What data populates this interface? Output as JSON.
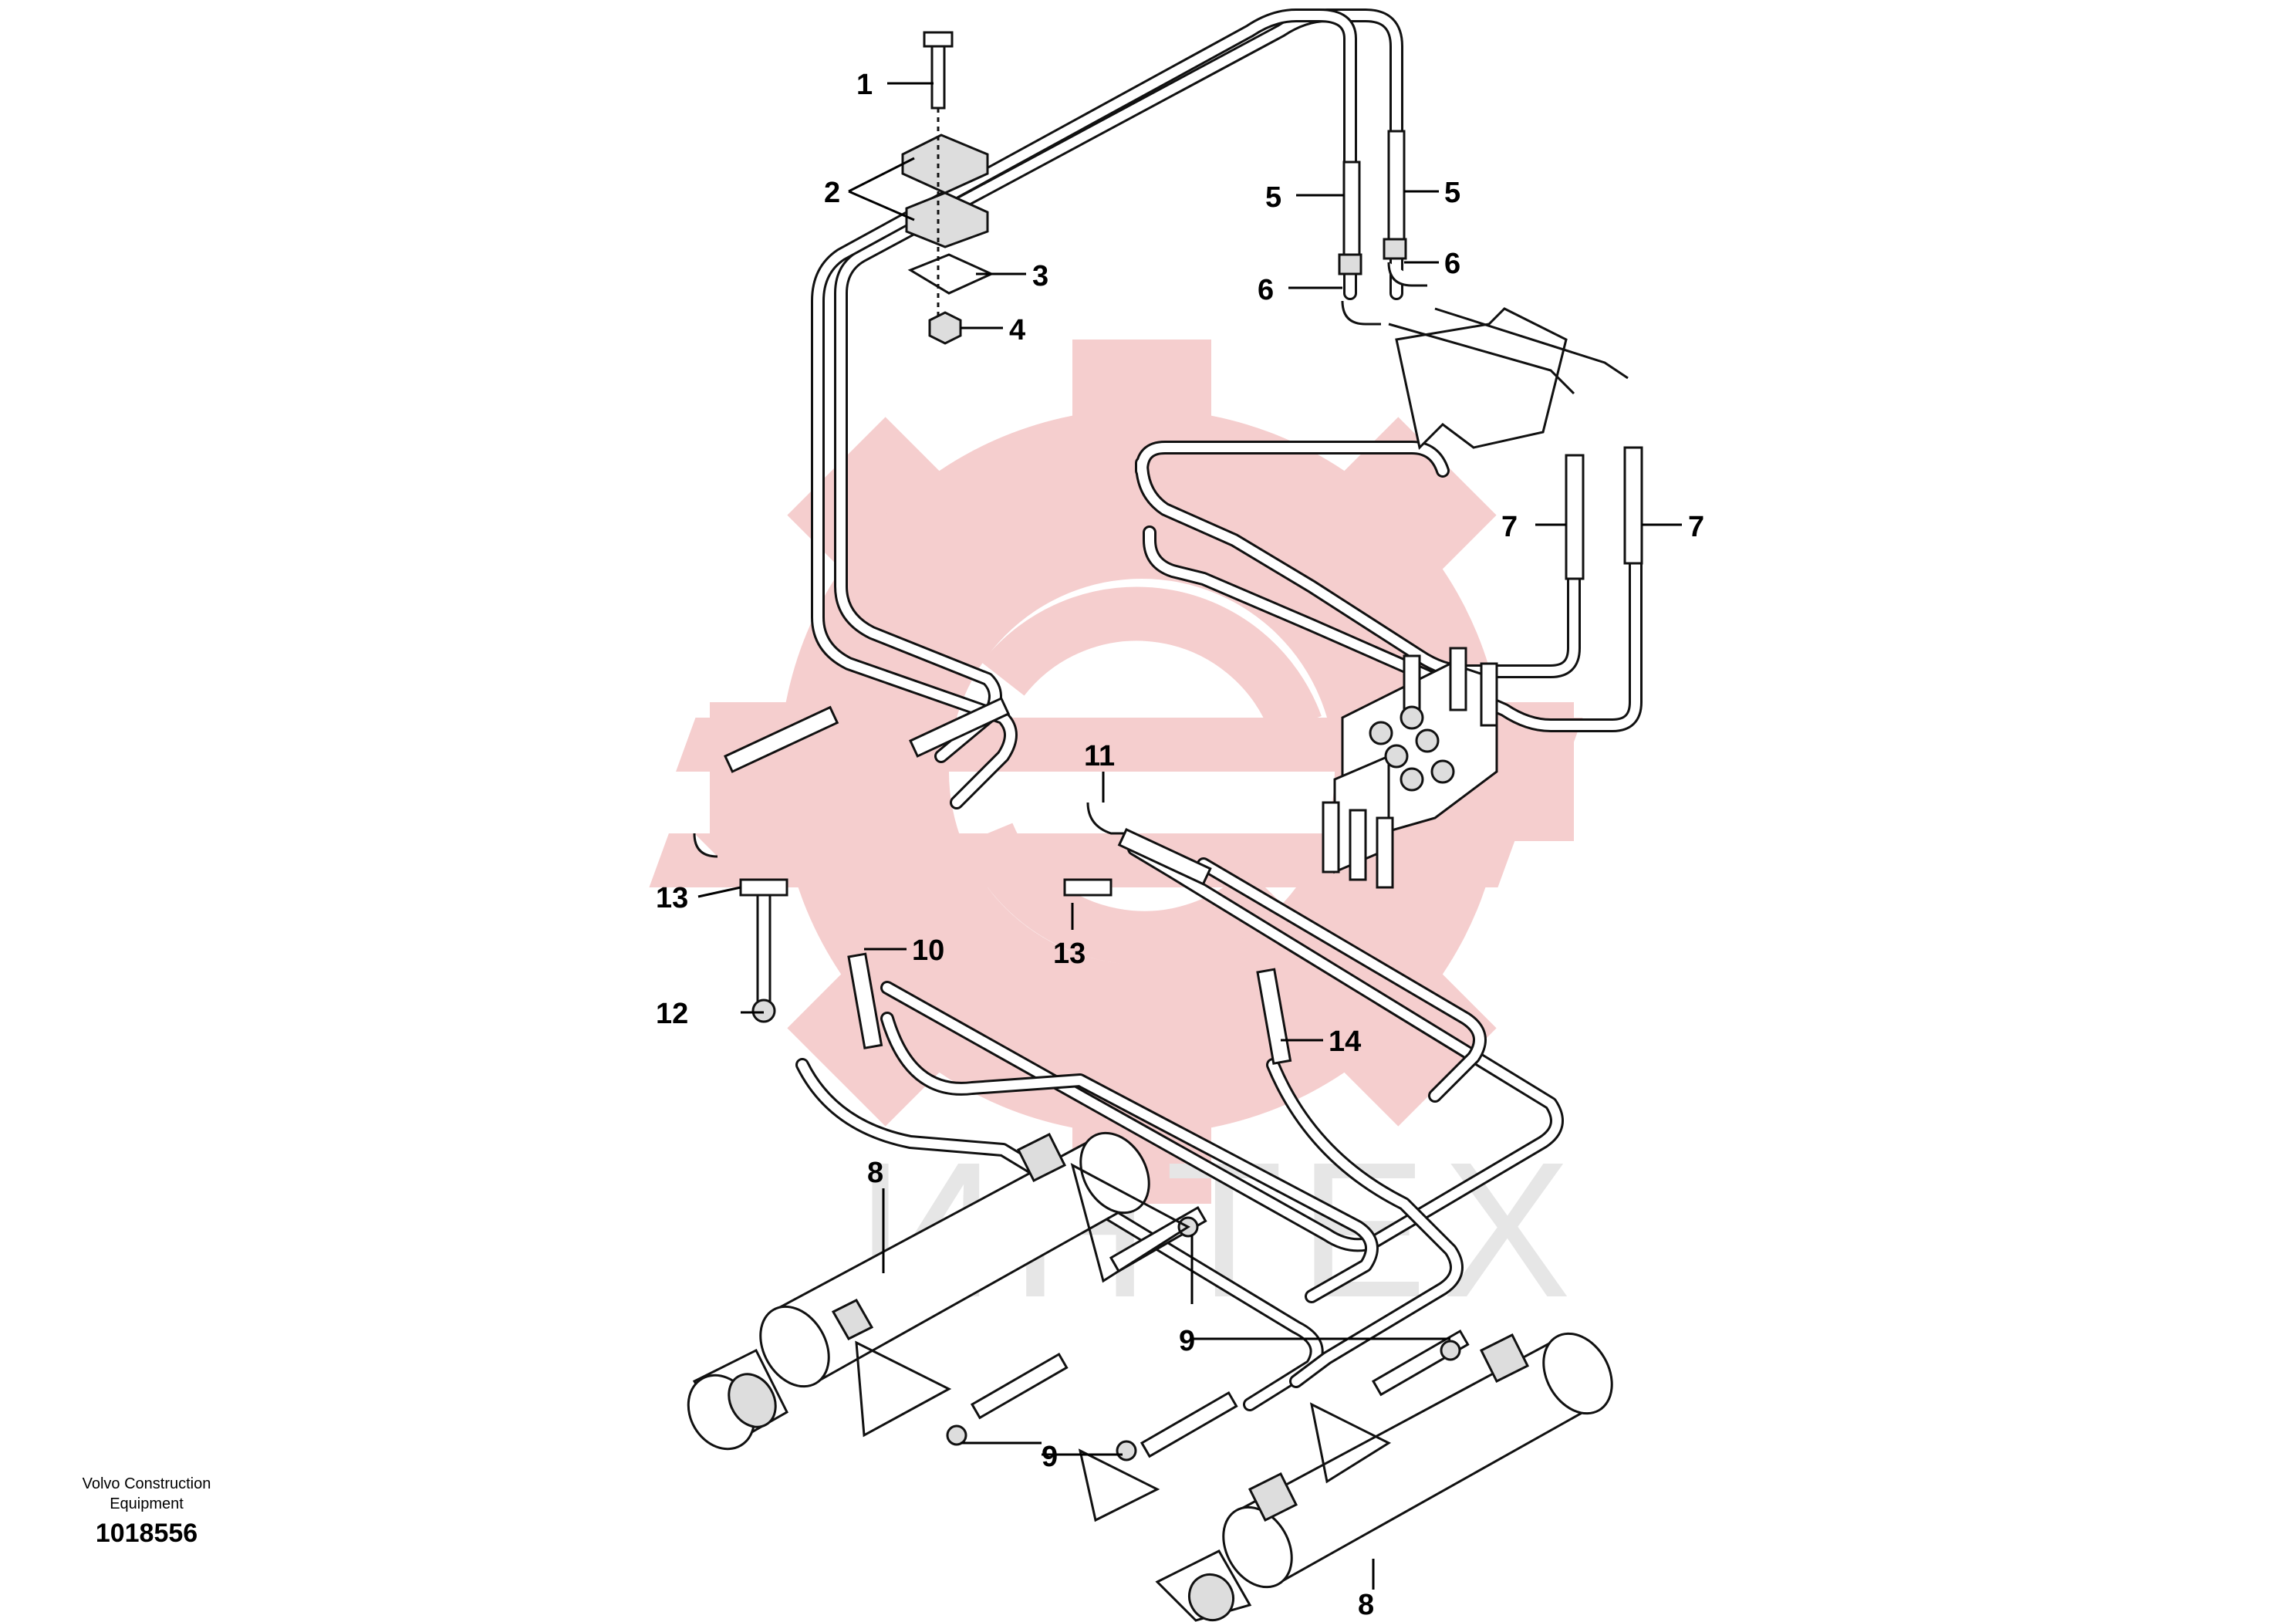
{
  "brand": {
    "line1": "Volvo Construction",
    "line2": "Equipment"
  },
  "drawing_number": "1018556",
  "watermark": {
    "text": "ИНТЕХ",
    "gear_color": "#f4c6c6",
    "text_color": "#e6e6e6"
  },
  "callouts": [
    {
      "id": "c1",
      "label": "1"
    },
    {
      "id": "c2",
      "label": "2"
    },
    {
      "id": "c3",
      "label": "3"
    },
    {
      "id": "c4",
      "label": "4"
    },
    {
      "id": "c5a",
      "label": "5"
    },
    {
      "id": "c5b",
      "label": "5"
    },
    {
      "id": "c6a",
      "label": "6"
    },
    {
      "id": "c6b",
      "label": "6"
    },
    {
      "id": "c7a",
      "label": "7"
    },
    {
      "id": "c7b",
      "label": "7"
    },
    {
      "id": "c8a",
      "label": "8"
    },
    {
      "id": "c8b",
      "label": "8"
    },
    {
      "id": "c9a",
      "label": "9"
    },
    {
      "id": "c9b",
      "label": "9"
    },
    {
      "id": "c10",
      "label": "10"
    },
    {
      "id": "c11",
      "label": "11"
    },
    {
      "id": "c12",
      "label": "12"
    },
    {
      "id": "c13a",
      "label": "13"
    },
    {
      "id": "c13b",
      "label": "13"
    },
    {
      "id": "c14",
      "label": "14"
    }
  ]
}
